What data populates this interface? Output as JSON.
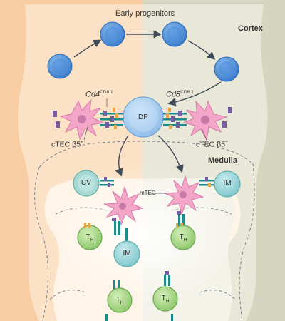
{
  "labels": {
    "early_progenitors": "Early progenitors",
    "cortex": "Cortex",
    "medulla": "Medulla",
    "cd4_gene": "Cd4",
    "cd4_sup": "CD8.1",
    "cd8_gene": "Cd8",
    "cd8_sup": "CD8.2",
    "dp": "DP",
    "ctec_left": "cTEC β5",
    "ctec_left_sup": "+",
    "ctec_right": "cTEC β5",
    "ctec_right_sup": "−",
    "mtec": "mTEC"
  },
  "cells": {
    "cv": "CV",
    "im": "IM",
    "th_main": "T",
    "th_sub": "H"
  },
  "colors": {
    "left_region": "#fad9b6",
    "right_region": "#e3e2d2",
    "cortex_fill": "#fbe6cf",
    "medulla_fill": "#fff5ea",
    "progenitor": "#4f8ed8",
    "dp_cell": "#a9cdf2",
    "tec_cell": "#f3a6c8",
    "cv_cell": "#a7d8d2",
    "th_cell": "#a8d67c",
    "im_cell": "#8fd0d4",
    "arrow": "#3f4a59",
    "teal_receptor": "#1b8c8c",
    "purple_mhc": "#7a5aa5",
    "orange_peptide": "#f0a540"
  }
}
